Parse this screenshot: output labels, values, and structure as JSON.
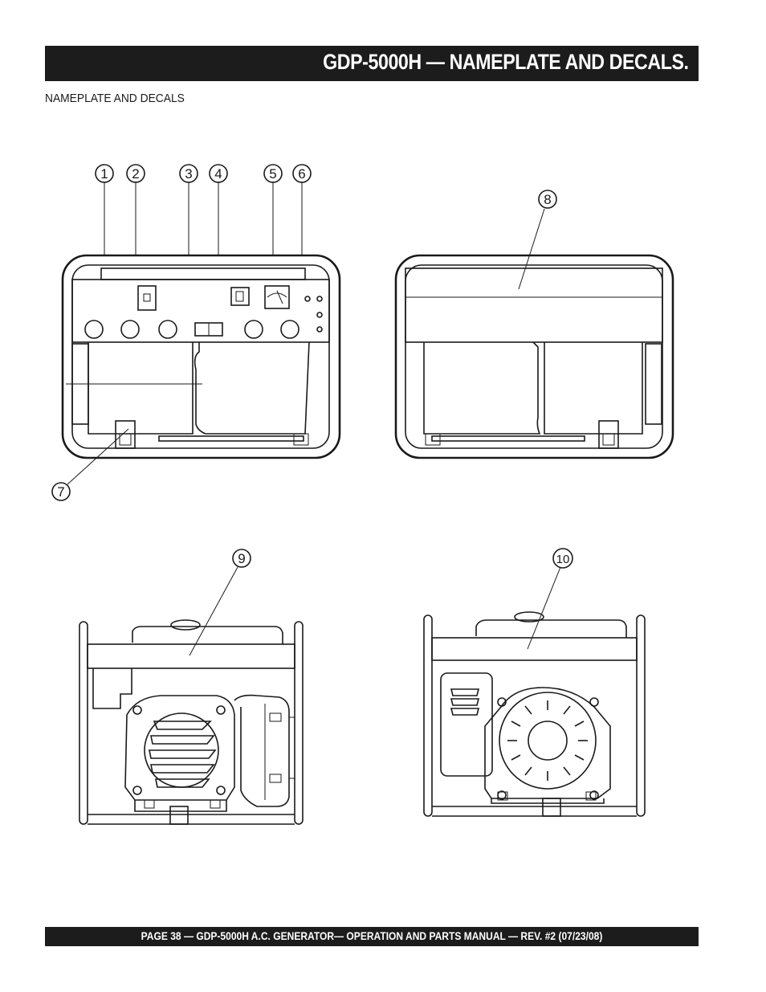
{
  "header": {
    "title": "GDP-5000H — NAMEPLATE AND DECALS."
  },
  "section": {
    "label": "NAMEPLATE AND DECALS"
  },
  "callouts": [
    "1",
    "2",
    "3",
    "4",
    "5",
    "6",
    "7",
    "8",
    "9",
    "10"
  ],
  "footer": {
    "text": "PAGE 38 — GDP-5000H A.C. GENERATOR— OPERATION AND PARTS MANUAL — REV. #2 (07/23/08)"
  }
}
